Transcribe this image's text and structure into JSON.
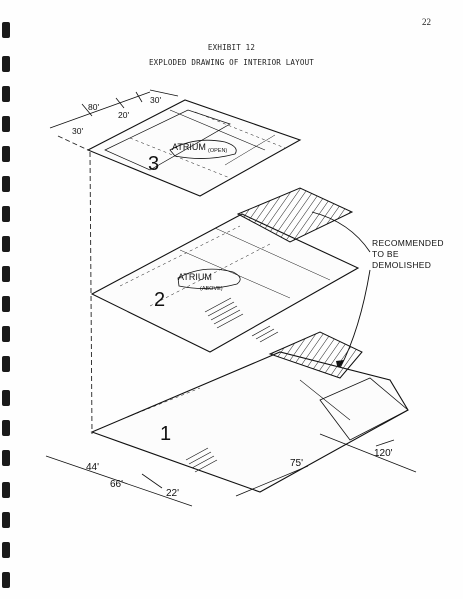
{
  "page": {
    "number": "22",
    "exhibit": "EXHIBIT 12",
    "title": "EXPLODED DRAWING OF INTERIOR LAYOUT"
  },
  "floors": {
    "third": {
      "label": "3",
      "atrium": "ATRIUM",
      "atrium_note": "(OPEN)"
    },
    "second": {
      "label": "2",
      "atrium": "ATRIUM",
      "atrium_note": "(ABOVE)"
    },
    "first": {
      "label": "1"
    }
  },
  "note": {
    "line1": "RECOMMENDED",
    "line2": "TO BE",
    "line3": "DEMOLISHED"
  },
  "dimensions": {
    "top_80": "80'",
    "top_30_right": "30'",
    "top_20": "20'",
    "top_30_left": "30'",
    "base_44": "44'",
    "base_66": "66'",
    "base_22": "22'",
    "base_75": "75'",
    "base_120": "120'"
  }
}
